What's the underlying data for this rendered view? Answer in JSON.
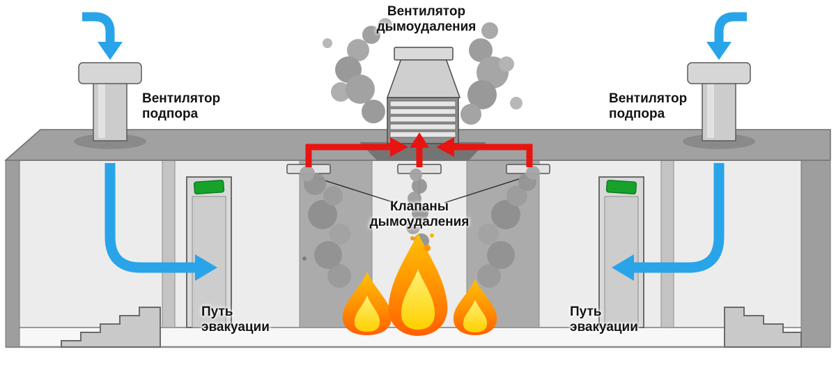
{
  "labels": {
    "exhaust_fan": "Вентилятор\nдымоудаления",
    "pressure_fan_left": "Вентилятор\nподпора",
    "pressure_fan_right": "Вентилятор\nподпора",
    "dampers": "Клапаны\nдымоудаления",
    "escape_left": "Путь\nэвакуации",
    "escape_right": "Путь\nэвакуации"
  },
  "colors": {
    "airflow_blue": "#29a4e9",
    "smoke_red": "#e81410",
    "exit_green": "#17a32b",
    "flame_outer": "#ff8a00",
    "flame_inner": "#ffdd45",
    "smoke_gray": "#9b9b9b",
    "building_gray": "#a1a1a1"
  }
}
